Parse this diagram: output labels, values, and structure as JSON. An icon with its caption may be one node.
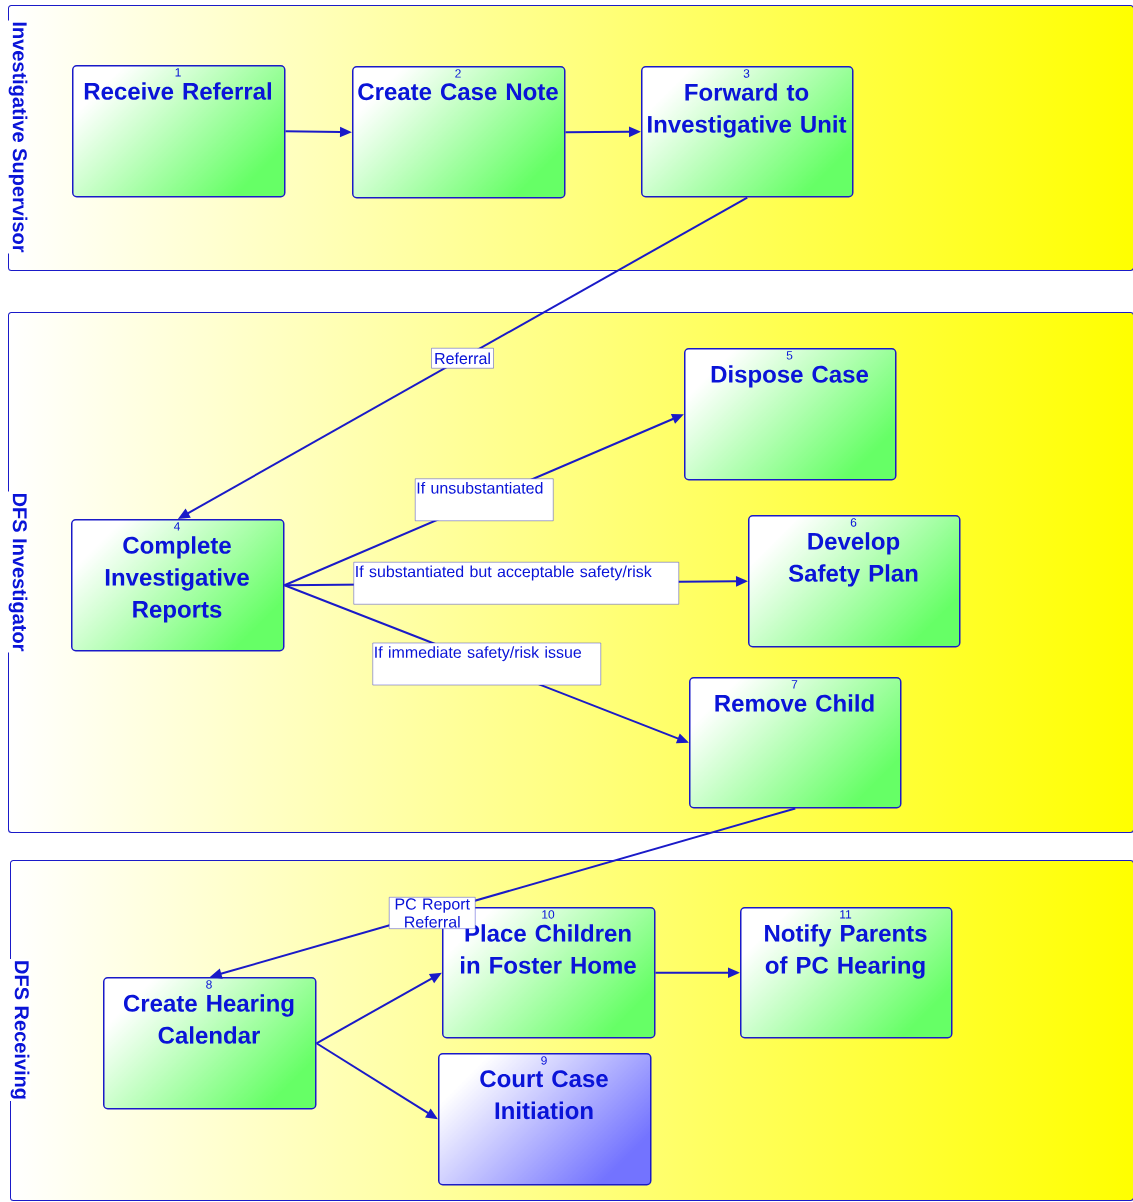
{
  "diagram": {
    "nodes": [
      {
        "text": [
          "Investigative Supervisor"
        ]
      },
      {
        "text": [
          "1",
          "Receive Referral"
        ],
        "in": 0
      },
      {
        "text": [
          "2",
          "Create Case Note"
        ],
        "in": 0
      },
      {
        "text": [
          "3",
          "Forward to Investigative Unit"
        ],
        "in": 0
      },
      {
        "text": [
          "DFS Investigator"
        ]
      },
      {
        "text": [
          "4",
          "Complete Investigative Reports"
        ],
        "in": 4
      },
      {
        "text": [
          "5",
          "Dispose Case"
        ],
        "in": 4
      },
      {
        "text": [
          "6",
          "Develop Safety Plan"
        ],
        "in": 4
      },
      {
        "text": [
          "7",
          "Remove Child"
        ],
        "in": 4
      },
      {
        "text": [
          "DFS Receiving"
        ]
      },
      {
        "text": [
          "8",
          "Create Hearing Calendar"
        ],
        "in": 9
      },
      {
        "text": [
          "10",
          "Place Children in Foster Home"
        ],
        "in": 9
      },
      {
        "text": [
          "11",
          "Notify Parents of PC Hearing"
        ],
        "in": 9
      },
      {
        "text": [
          "9",
          "Court Case Initiation"
        ],
        "in": 9
      }
    ],
    "edges": [
      {
        "from": 1,
        "to": 2,
        "arrow": "to"
      },
      {
        "from": 2,
        "to": 3,
        "arrow": "to"
      },
      {
        "from": 3,
        "to": 5,
        "arrow": "to",
        "label": "Referral"
      },
      {
        "from": 5,
        "to": 6,
        "arrow": "to",
        "label": "If unsubstantiated"
      },
      {
        "from": 5,
        "to": 7,
        "arrow": "to",
        "label": "If substantiated but acceptable safety/risk"
      },
      {
        "from": 5,
        "to": 8,
        "arrow": "to",
        "label": "If immediate safety/risk issue"
      },
      {
        "from": 8,
        "to": 10,
        "arrow": "to",
        "label": "PC Report Referral"
      },
      {
        "from": 10,
        "to": 11,
        "arrow": "to"
      },
      {
        "from": 10,
        "to": 13,
        "arrow": "to"
      },
      {
        "from": 11,
        "to": 12,
        "arrow": "to"
      }
    ]
  }
}
